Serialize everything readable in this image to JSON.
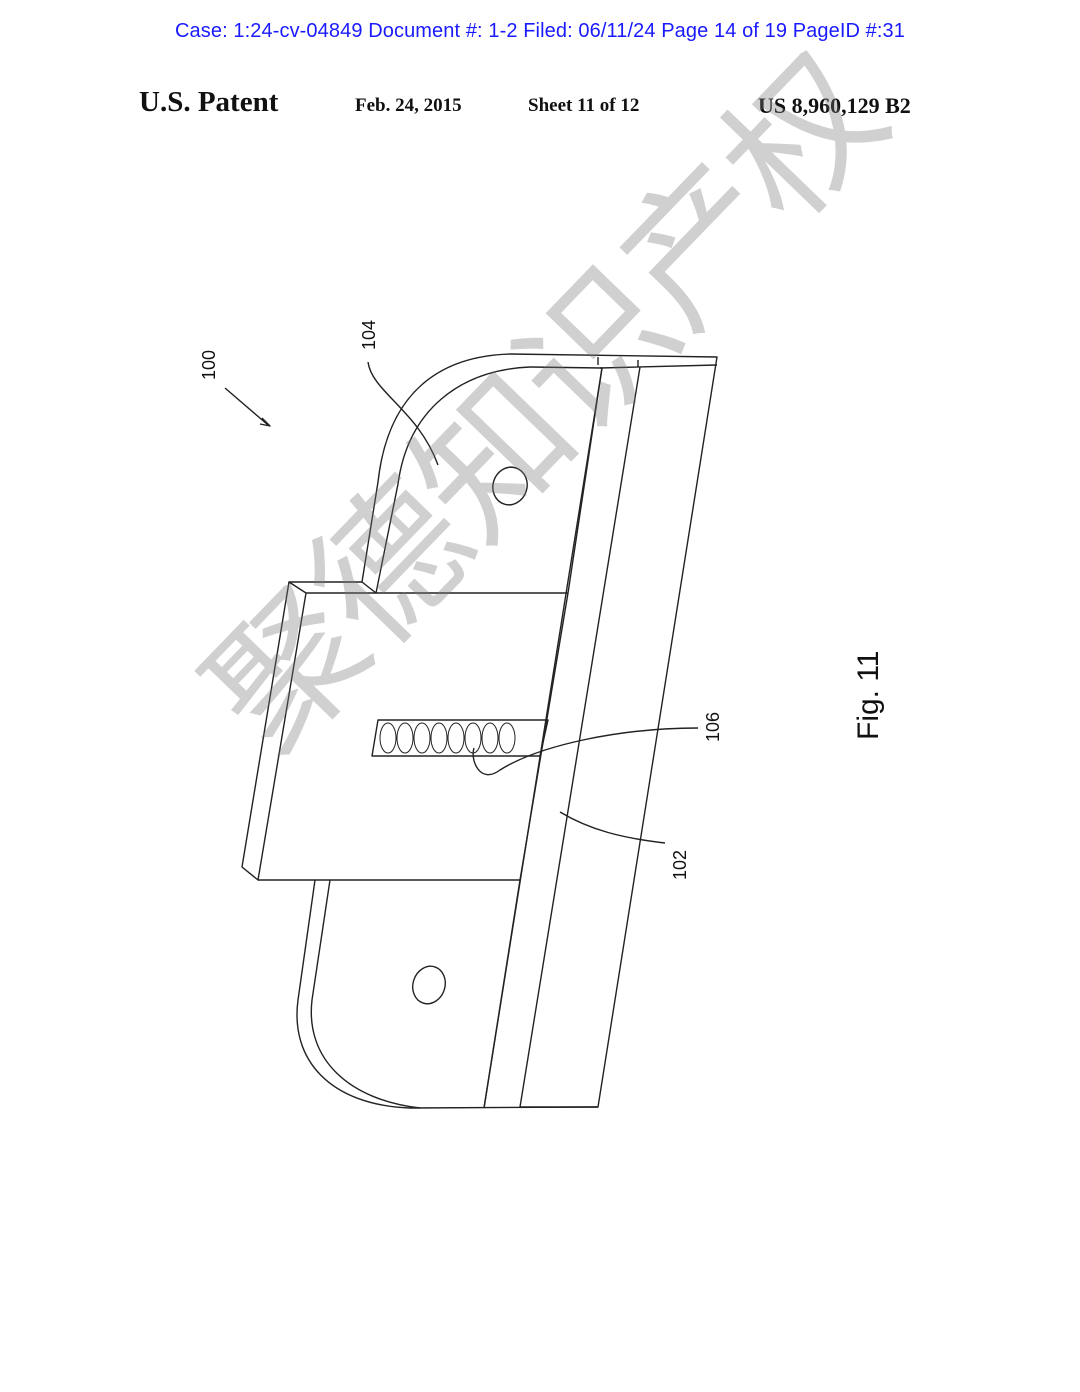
{
  "court_header": "Case: 1:24-cv-04849 Document #: 1-2 Filed: 06/11/24 Page 14 of 19 PageID #:31",
  "patent_header": {
    "title": "U.S. Patent",
    "date": "Feb. 24, 2015",
    "sheet": "Sheet 11 of 12",
    "number": "US 8,960,129 B2"
  },
  "figure": {
    "caption": "Fig. 11",
    "labels": {
      "assembly": "100",
      "body": "102",
      "plate": "104",
      "spring": "106"
    }
  },
  "watermark": "聚德知识产权"
}
